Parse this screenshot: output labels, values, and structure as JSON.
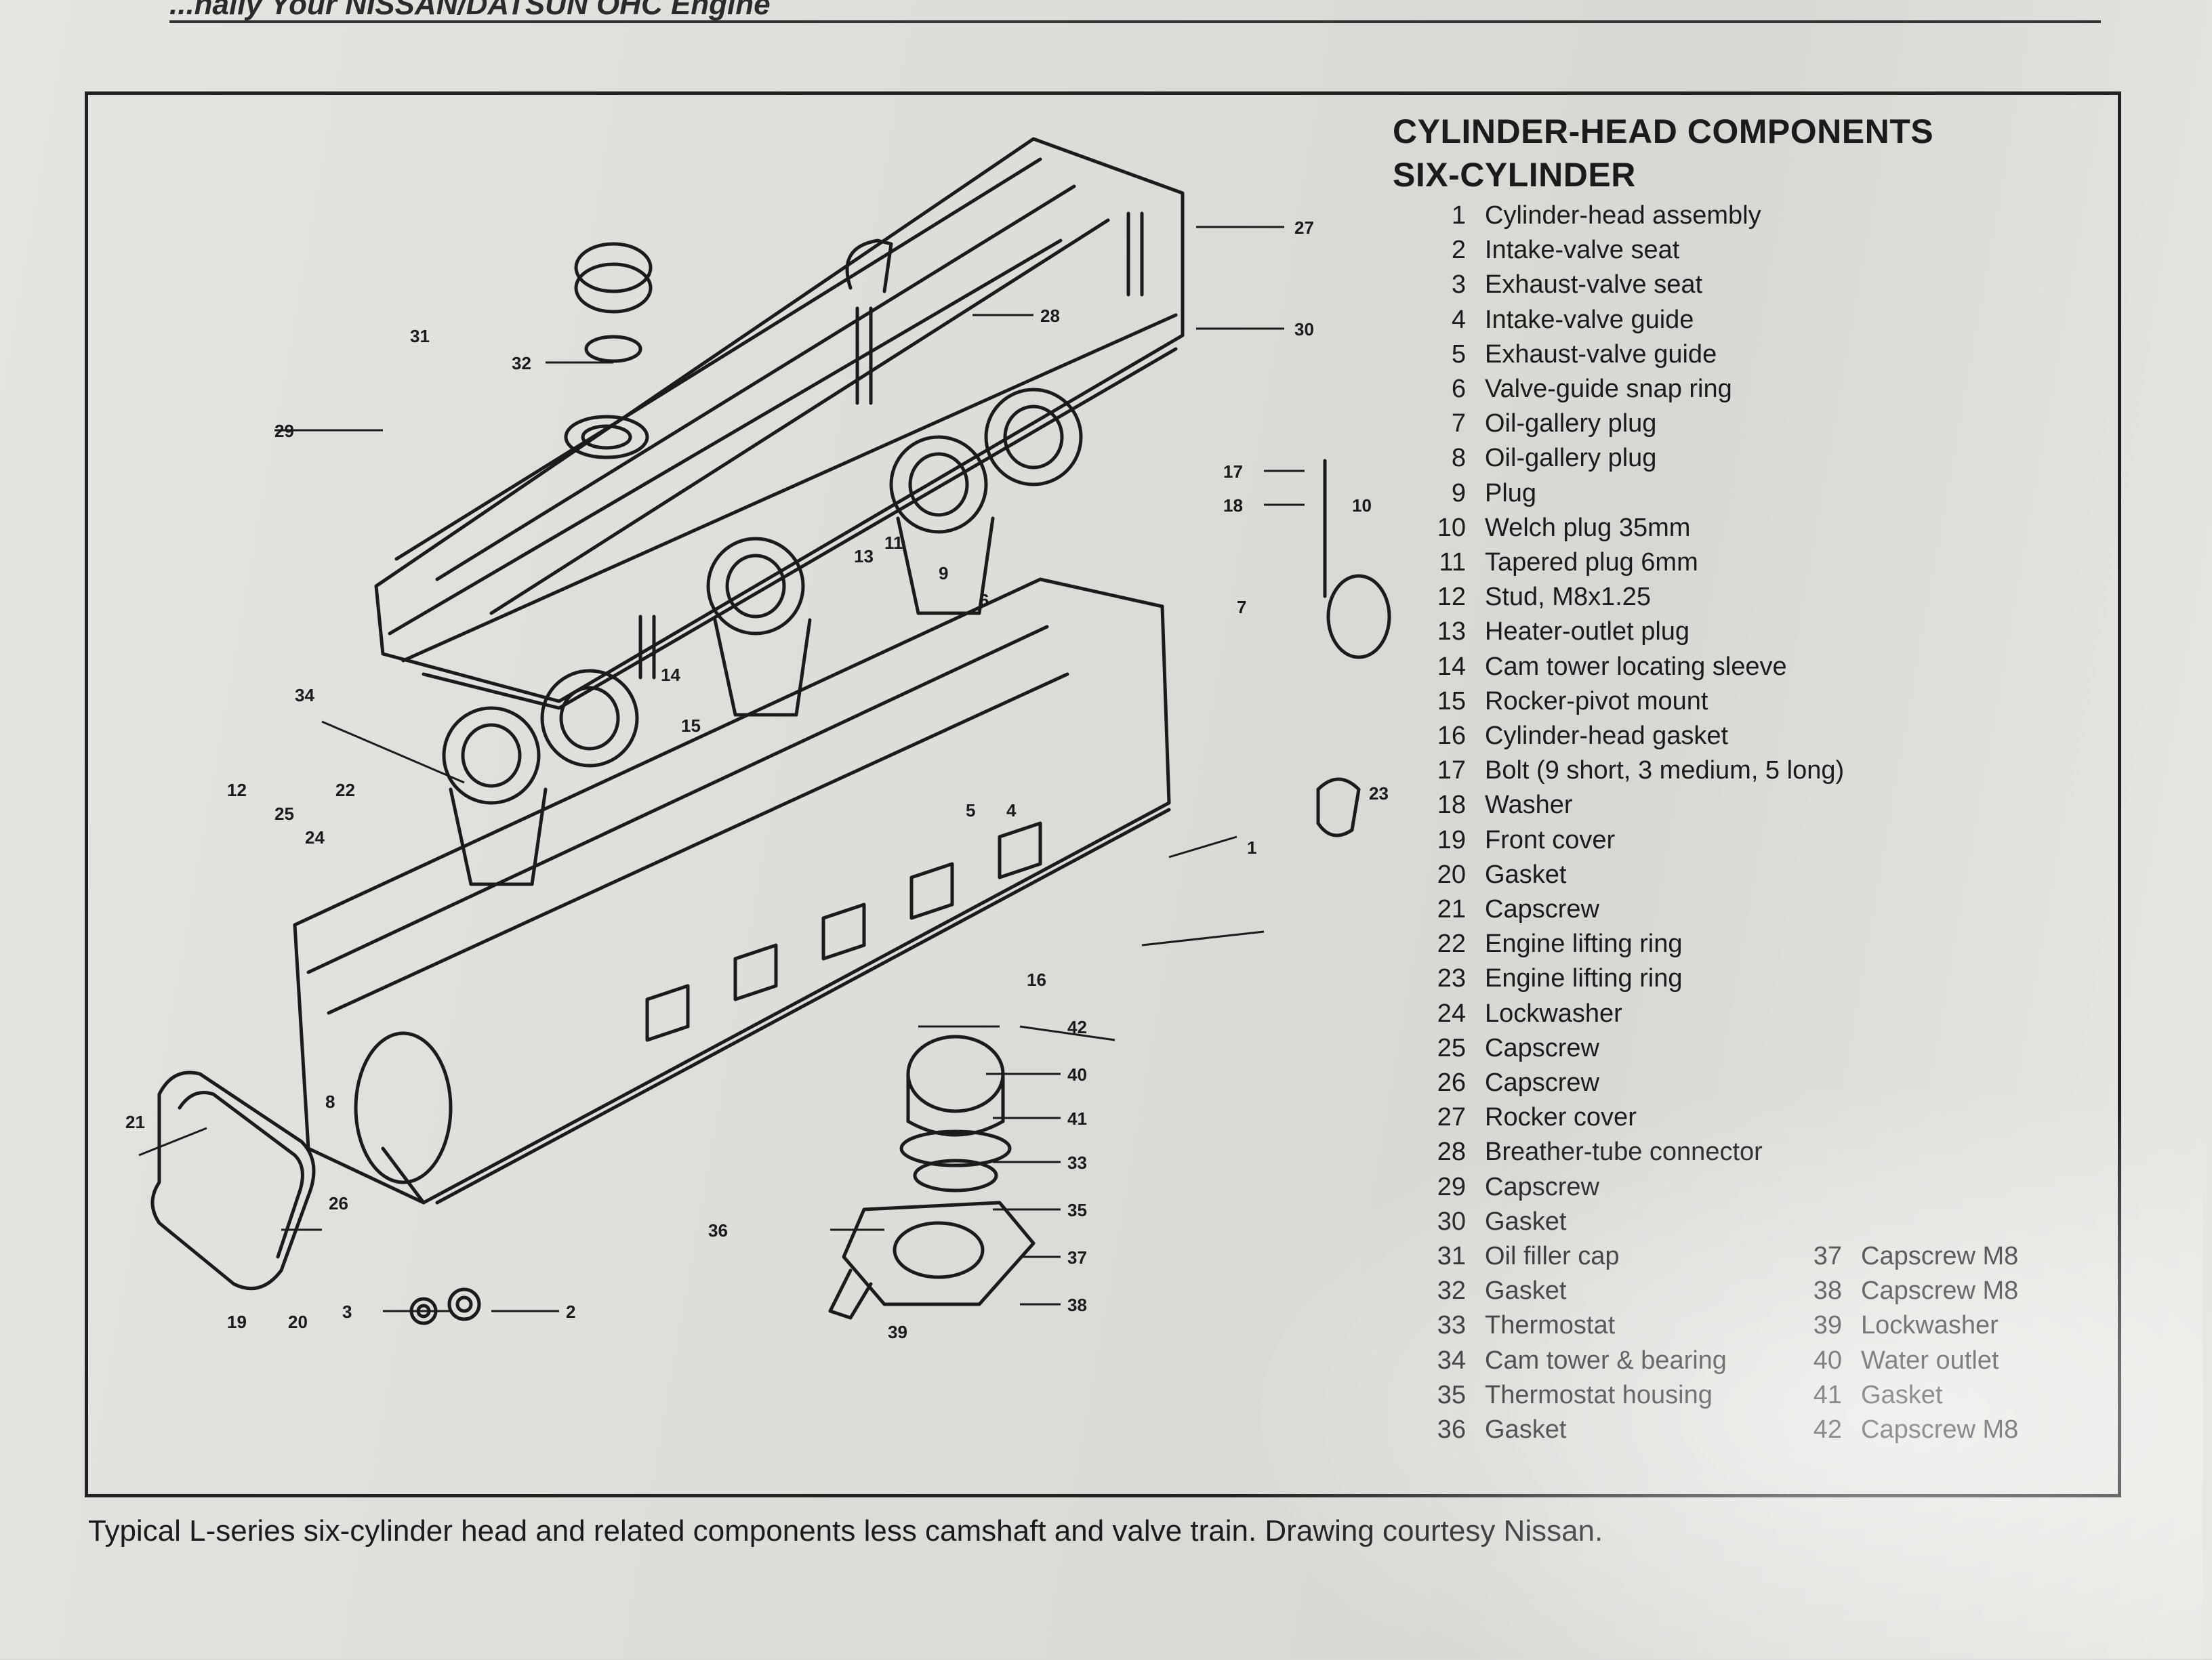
{
  "running_head": "...nally Your NISSAN/DATSUN OHC Engine",
  "title_line1": "CYLINDER-HEAD COMPONENTS",
  "title_line2": "SIX-CYLINDER",
  "legend": [
    {
      "n": "1",
      "label": "Cylinder-head assembly"
    },
    {
      "n": "2",
      "label": "Intake-valve seat"
    },
    {
      "n": "3",
      "label": "Exhaust-valve seat"
    },
    {
      "n": "4",
      "label": "Intake-valve guide"
    },
    {
      "n": "5",
      "label": "Exhaust-valve guide"
    },
    {
      "n": "6",
      "label": "Valve-guide snap ring"
    },
    {
      "n": "7",
      "label": "Oil-gallery plug"
    },
    {
      "n": "8",
      "label": "Oil-gallery plug"
    },
    {
      "n": "9",
      "label": "Plug"
    },
    {
      "n": "10",
      "label": "Welch plug 35mm"
    },
    {
      "n": "11",
      "label": "Tapered plug 6mm"
    },
    {
      "n": "12",
      "label": "Stud, M8x1.25"
    },
    {
      "n": "13",
      "label": "Heater-outlet plug"
    },
    {
      "n": "14",
      "label": "Cam tower locating sleeve"
    },
    {
      "n": "15",
      "label": "Rocker-pivot mount"
    },
    {
      "n": "16",
      "label": "Cylinder-head gasket"
    },
    {
      "n": "17",
      "label": "Bolt (9 short, 3 medium, 5 long)"
    },
    {
      "n": "18",
      "label": "Washer"
    },
    {
      "n": "19",
      "label": "Front cover"
    },
    {
      "n": "20",
      "label": "Gasket"
    },
    {
      "n": "21",
      "label": "Capscrew"
    },
    {
      "n": "22",
      "label": "Engine lifting ring"
    },
    {
      "n": "23",
      "label": "Engine lifting ring"
    },
    {
      "n": "24",
      "label": "Lockwasher"
    },
    {
      "n": "25",
      "label": "Capscrew"
    },
    {
      "n": "26",
      "label": "Capscrew"
    },
    {
      "n": "27",
      "label": "Rocker cover"
    },
    {
      "n": "28",
      "label": "Breather-tube connector"
    },
    {
      "n": "29",
      "label": "Capscrew"
    },
    {
      "n": "30",
      "label": "Gasket"
    },
    {
      "n": "31",
      "label": "Oil filler cap"
    },
    {
      "n": "32",
      "label": "Gasket"
    },
    {
      "n": "33",
      "label": "Thermostat"
    },
    {
      "n": "34",
      "label": "Cam tower & bearing"
    },
    {
      "n": "35",
      "label": "Thermostat housing"
    },
    {
      "n": "36",
      "label": "Gasket"
    }
  ],
  "legend_right": [
    {
      "n": "37",
      "label": "Capscrew M8"
    },
    {
      "n": "38",
      "label": "Capscrew M8"
    },
    {
      "n": "39",
      "label": "Lockwasher"
    },
    {
      "n": "40",
      "label": "Water outlet"
    },
    {
      "n": "41",
      "label": "Gasket"
    },
    {
      "n": "42",
      "label": "Capscrew M8"
    }
  ],
  "callouts": [
    "27",
    "28",
    "30",
    "31",
    "32",
    "29",
    "17",
    "18",
    "10",
    "11",
    "13",
    "9",
    "6",
    "7",
    "14",
    "15",
    "34",
    "12",
    "22",
    "25",
    "24",
    "23",
    "1",
    "5",
    "4",
    "16",
    "42",
    "40",
    "41",
    "33",
    "35",
    "36",
    "37",
    "38",
    "39",
    "21",
    "8",
    "26",
    "19",
    "20",
    "3",
    "2"
  ],
  "caption": "Typical L-series six-cylinder head and related components less camshaft and valve train. Drawing courtesy Nissan."
}
